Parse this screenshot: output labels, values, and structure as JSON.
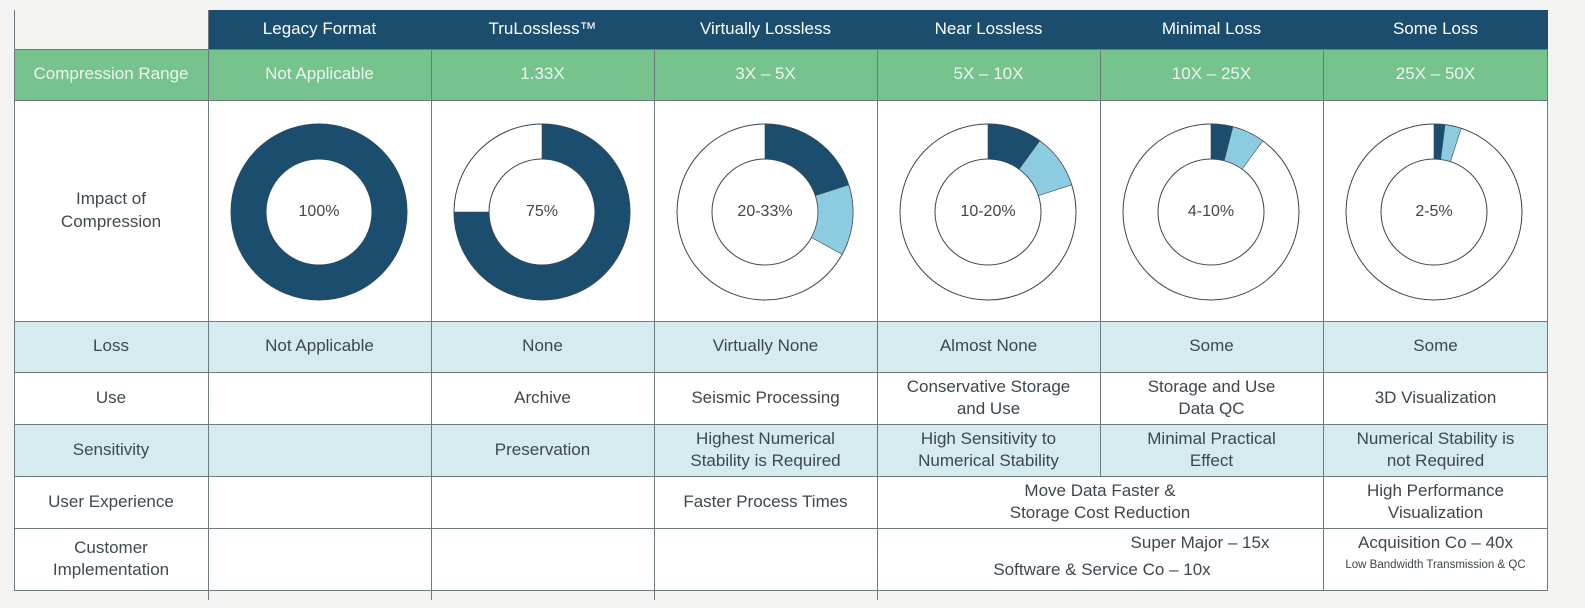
{
  "columns": [
    "Legacy Format",
    "TruLossless™",
    "Virtually Lossless",
    "Near Lossless",
    "Minimal Loss",
    "Some Loss"
  ],
  "row_labels": {
    "compression_range": "Compression Range",
    "impact": "Impact of\nCompression",
    "loss": "Loss",
    "use": "Use",
    "sensitivity": "Sensitivity",
    "user_experience": "User Experience",
    "customer_implementation": "Customer\nImplementation"
  },
  "compression_range": [
    "Not Applicable",
    "1.33X",
    "3X – 5X",
    "5X – 10X",
    "10X – 25X",
    "25X – 50X"
  ],
  "impact": {
    "labels": [
      "100%",
      "75%",
      "20-33%",
      "10-20%",
      "4-10%",
      "2-5%"
    ],
    "dark_fraction": [
      1.0,
      0.75,
      0.2,
      0.1,
      0.04,
      0.02
    ],
    "light_fraction": [
      0,
      0,
      0.13,
      0.1,
      0.06,
      0.03
    ]
  },
  "loss": [
    "Not Applicable",
    "None",
    "Virtually None",
    "Almost None",
    "Some",
    "Some"
  ],
  "use": [
    "",
    "Archive",
    "Seismic Processing",
    "Conservative Storage\nand Use",
    "Storage and Use\nData QC",
    "3D Visualization"
  ],
  "sensitivity": [
    "",
    "Preservation",
    "Highest Numerical\nStability is Required",
    "High Sensitivity to\nNumerical Stability",
    "Minimal Practical\nEffect",
    "Numerical Stability is\nnot Required"
  ],
  "user_experience": {
    "faster": "Faster Process Times",
    "move_data": "Move Data Faster &\nStorage Cost Reduction",
    "visualization": "High Performance\nVisualization"
  },
  "customer_implementation": {
    "super_major": "Super Major – 15x",
    "software_service": "Software & Service Co – 10x",
    "acquisition": "Acquisition Co – 40x",
    "acquisition_note": "Low Bandwidth Transmission & QC"
  },
  "colors": {
    "header": "#1a4d6e",
    "range_row": "#76c38e",
    "tinted_row": "#d5ebef",
    "donut_dark": "#1a4d6e",
    "donut_light": "#8ccbe0"
  }
}
